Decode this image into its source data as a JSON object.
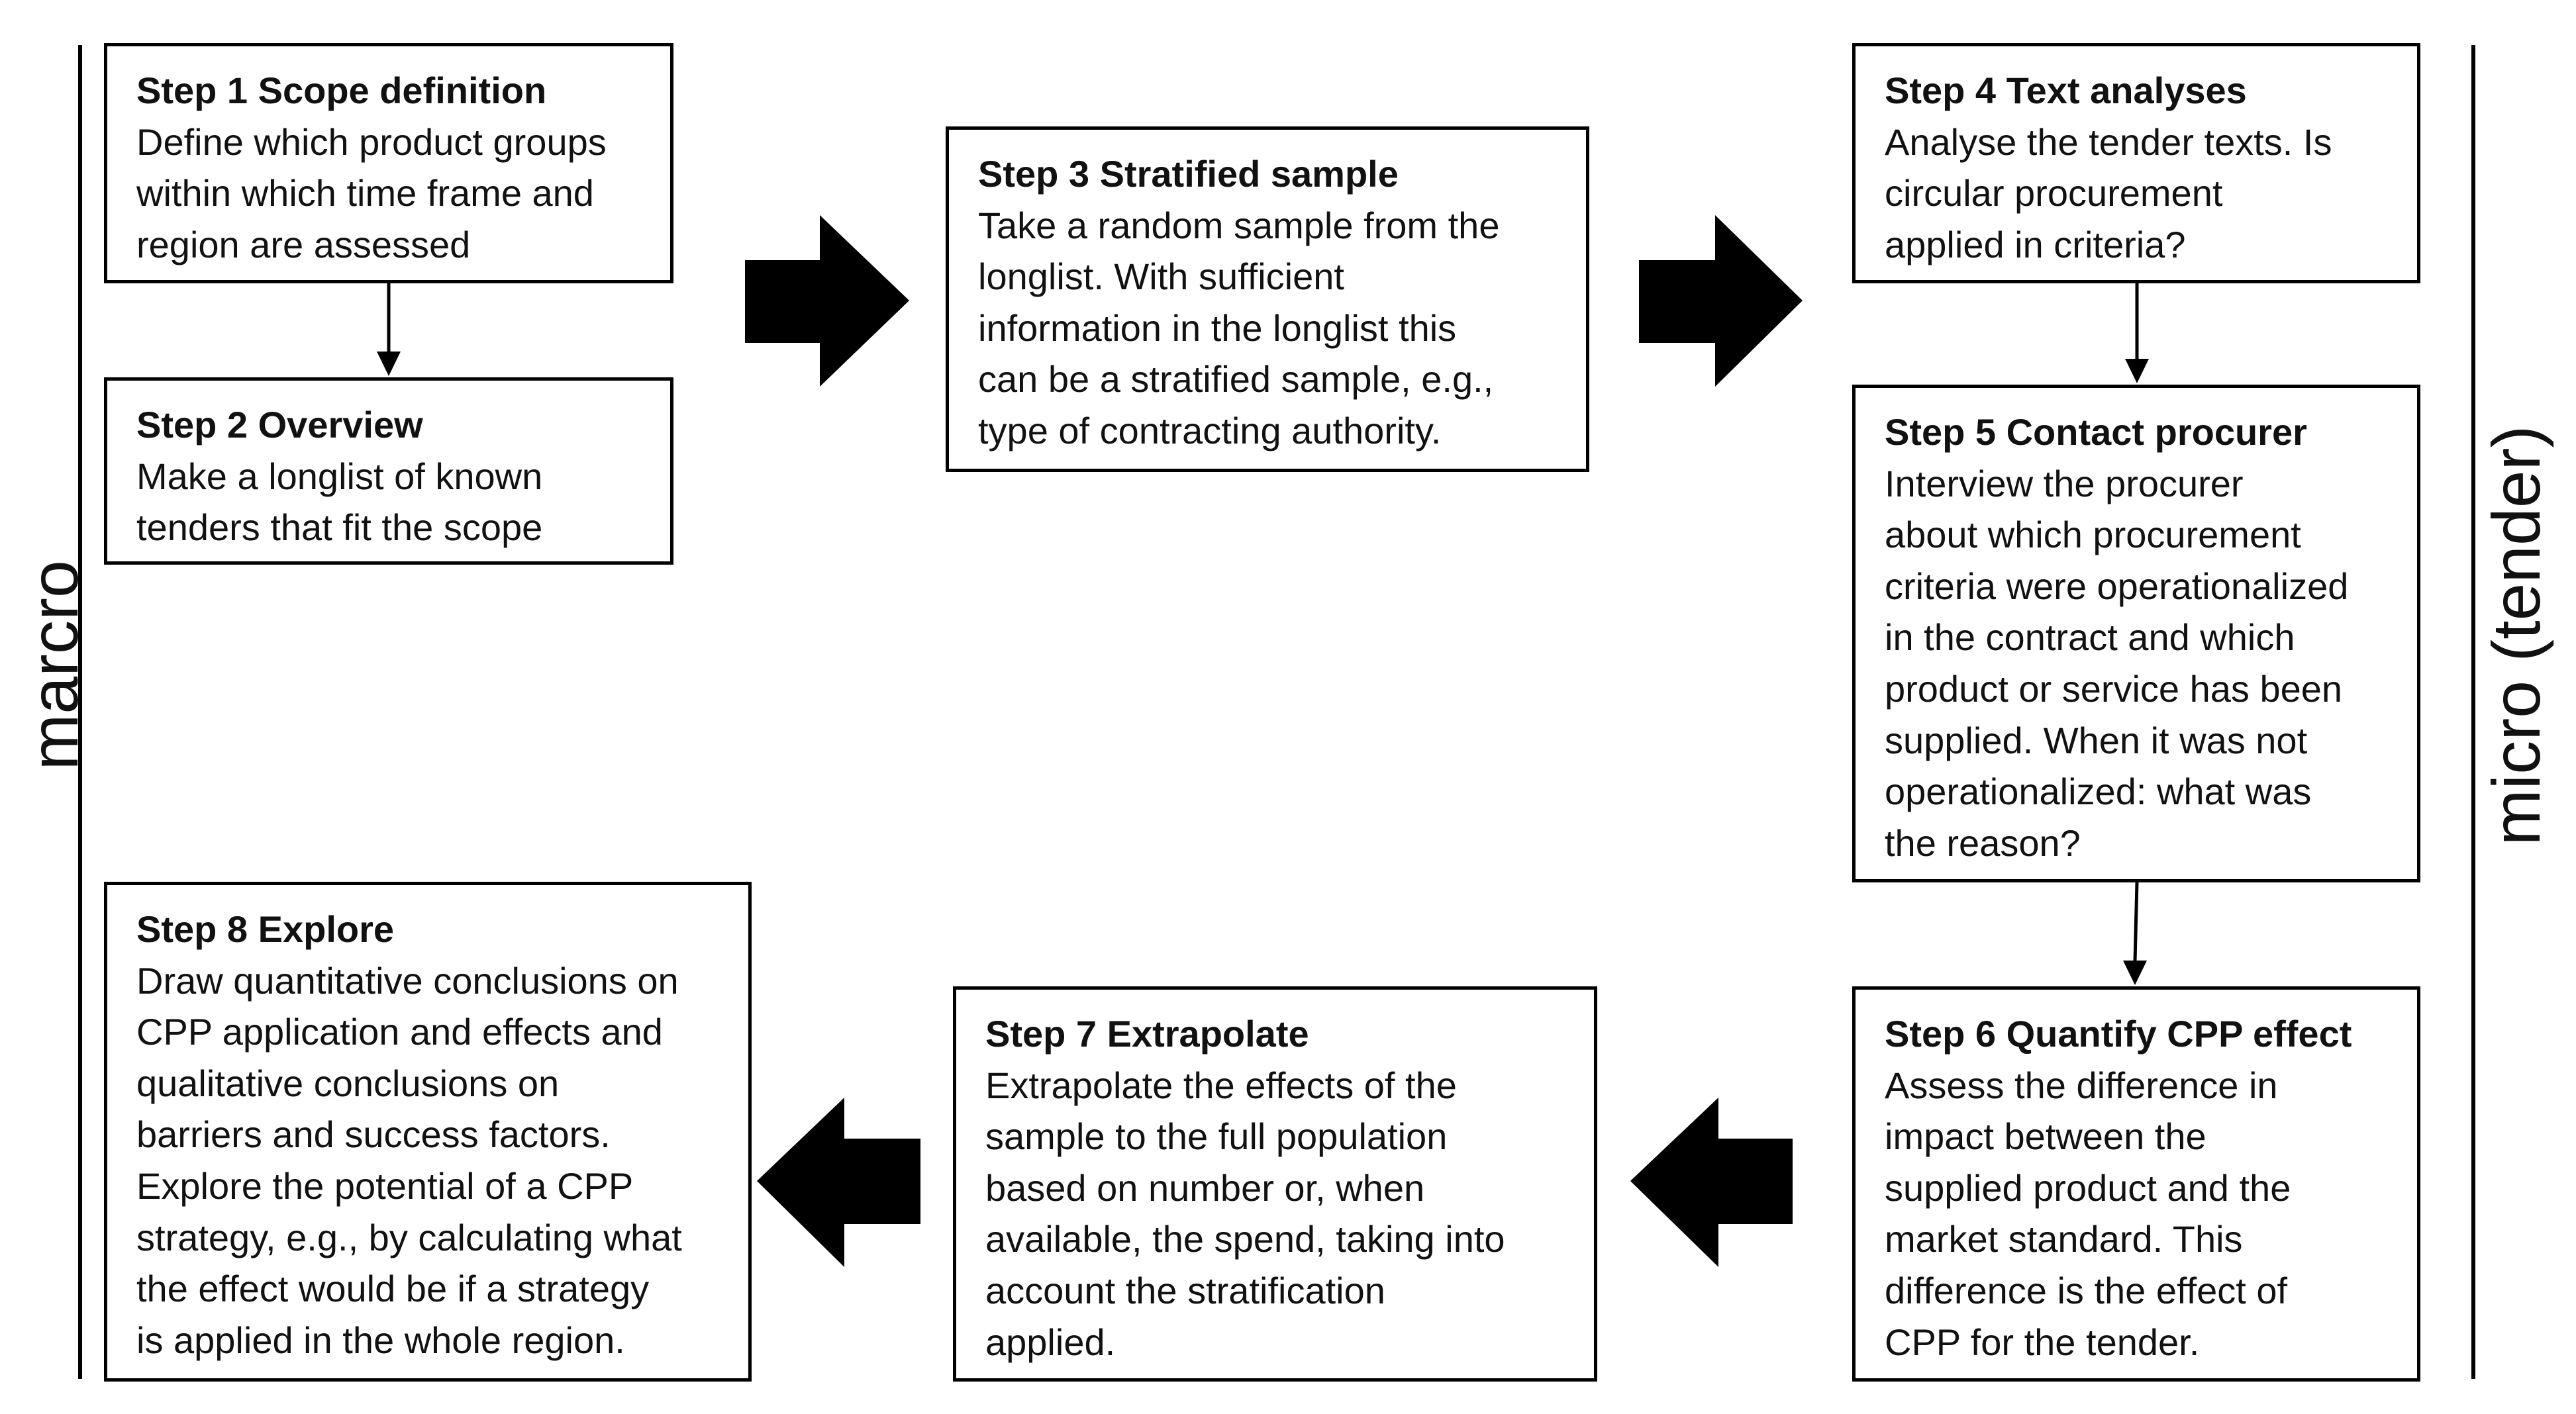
{
  "side_labels": {
    "left": "marcro",
    "right": "micro (tender)"
  },
  "steps": [
    {
      "title": "Step 1 Scope definition",
      "lines": [
        "Define which product groups",
        "within which time frame and",
        "region are assessed"
      ]
    },
    {
      "title": "Step 2 Overview",
      "lines": [
        "Make a  longlist of known",
        "tenders that fit the scope"
      ]
    },
    {
      "title": "Step 3 Stratified sample",
      "lines": [
        "Take a random sample from the",
        "longlist. With sufficient",
        "information in the longlist this",
        "can be a stratified sample, e.g.,",
        "type of contracting authority."
      ]
    },
    {
      "title": "Step 4 Text analyses",
      "lines": [
        "Analyse the tender texts. Is",
        "circular procurement",
        "applied in criteria?"
      ]
    },
    {
      "title": "Step 5 Contact procurer",
      "lines": [
        "Interview the procurer",
        "about which procurement",
        "criteria were operationalized",
        "in the contract and which",
        "product or service has been",
        "supplied. When it was not",
        "operationalized: what was",
        "the reason?"
      ]
    },
    {
      "title": "Step 6 Quantify CPP effect",
      "lines": [
        "Assess the difference  in",
        "impact between the",
        "supplied product and the",
        "market standard. This",
        "difference is the effect of",
        "CPP for the tender."
      ]
    },
    {
      "title": "Step 7 Extrapolate",
      "lines": [
        "Extrapolate the effects of the",
        "sample to the full population",
        "based on number or, when",
        "available, the spend, taking into",
        "account the stratification",
        "applied."
      ]
    },
    {
      "title": "Step 8 Explore",
      "lines": [
        "Draw quantitative conclusions on",
        "CPP application and effects and",
        "qualitative conclusions on",
        "barriers and success factors.",
        "Explore the potential of a CPP",
        "strategy, e.g., by calculating what",
        "the effect would be if a strategy",
        "is applied in the whole region."
      ]
    }
  ]
}
